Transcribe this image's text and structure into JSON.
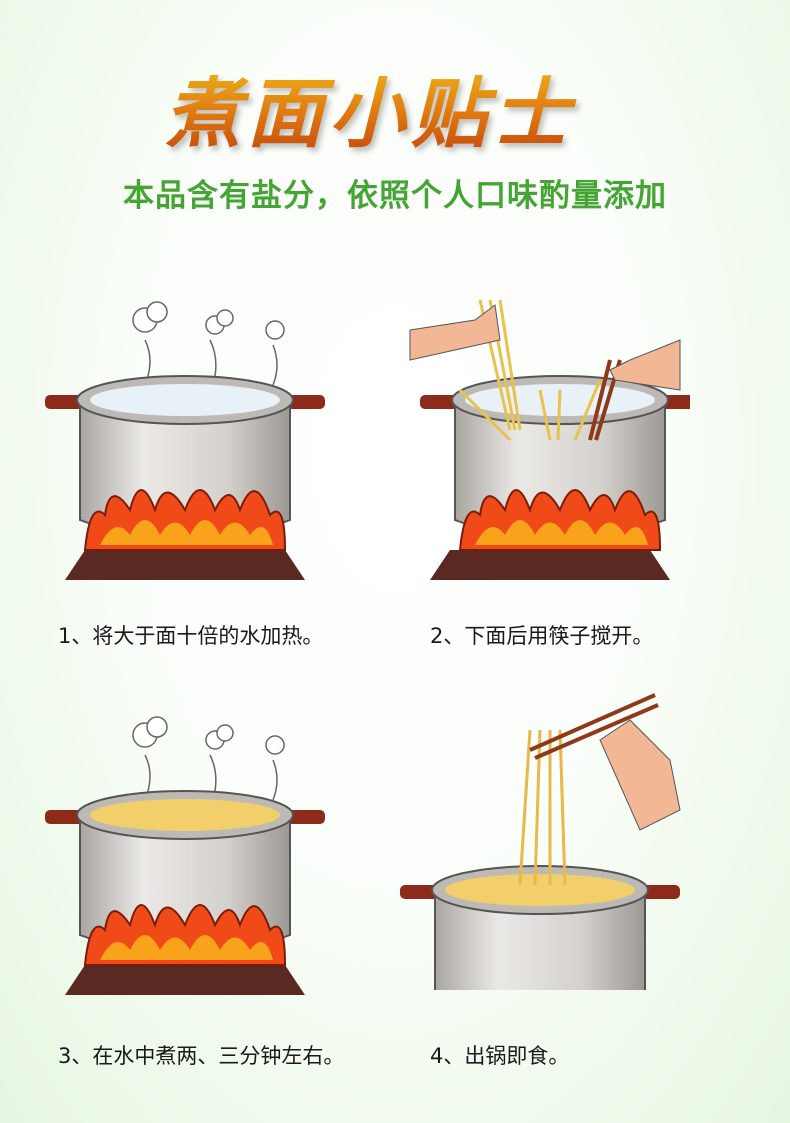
{
  "title": "煮面小贴士",
  "subtitle": "本品含有盐分，依照个人口味酌量添加",
  "steps": [
    {
      "label": "1、将大于面十倍的水加热。"
    },
    {
      "label": "2、下面后用筷子搅开。"
    },
    {
      "label": "3、在水中煮两、三分钟左右。"
    },
    {
      "label": "4、出锅即食。"
    }
  ],
  "colors": {
    "title": "#e07a10",
    "subtitle": "#45a534",
    "flame": "#ef4a18",
    "pot": "#c9c6c2",
    "handle": "#8e2a1a"
  }
}
